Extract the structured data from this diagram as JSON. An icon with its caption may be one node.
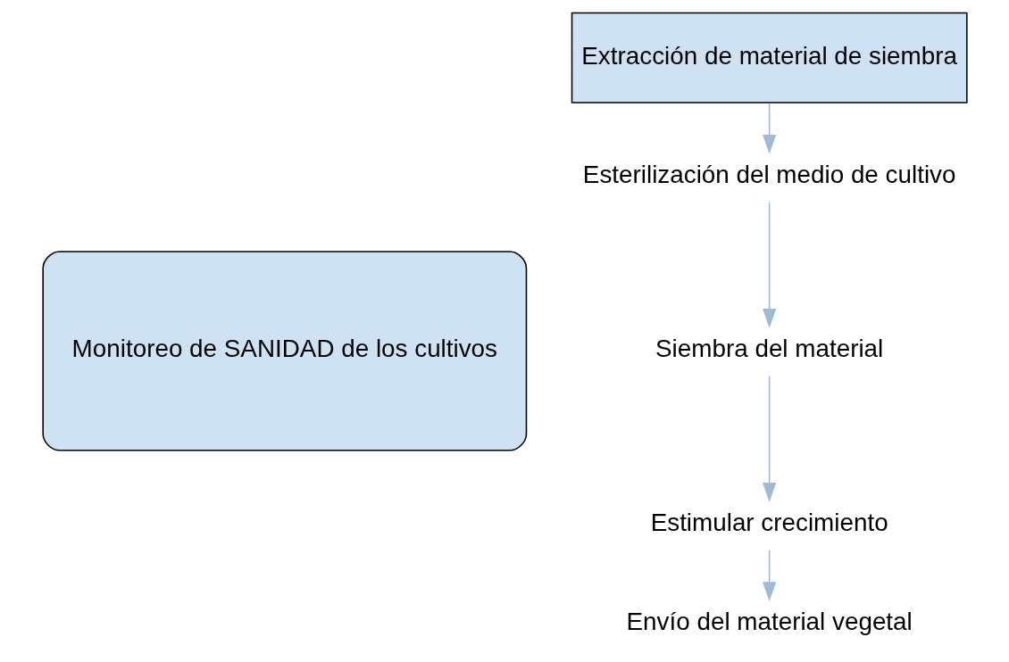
{
  "diagram": {
    "nodes": [
      {
        "text": [
          "Extracción de material de siembra"
        ]
      },
      {
        "text": [
          "Esterilización del medio de cultivo"
        ]
      },
      {
        "text": [
          "Siembra del material"
        ]
      },
      {
        "text": [
          "Estimular crecimiento"
        ]
      },
      {
        "text": [
          "Envío del material vegetal"
        ]
      },
      {
        "text": [
          "Monitoreo de SANIDAD de los cultivos"
        ]
      }
    ],
    "edges": [
      {
        "from": 0,
        "to": 1,
        "arrow": "to"
      },
      {
        "from": 1,
        "to": 2,
        "arrow": "to"
      },
      {
        "from": 2,
        "to": 3,
        "arrow": "to"
      },
      {
        "from": 3,
        "to": 4,
        "arrow": "to"
      }
    ]
  }
}
